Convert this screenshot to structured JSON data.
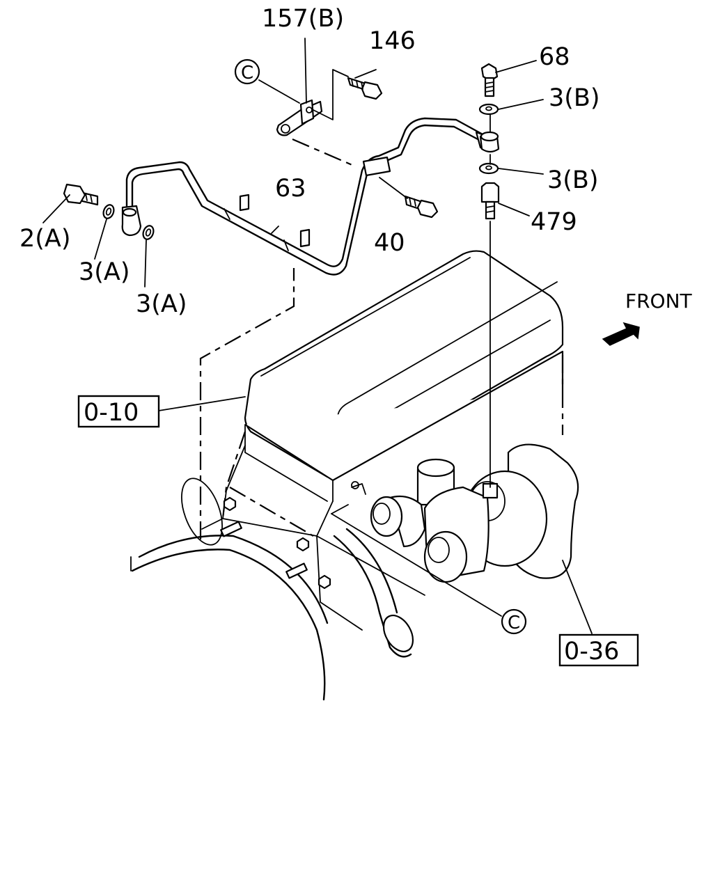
{
  "callouts": {
    "p157b": "157(B)",
    "p146": "146",
    "p68": "68",
    "p3b_top": "3(B)",
    "p3b_bottom": "3(B)",
    "p479": "479",
    "p63": "63",
    "p40": "40",
    "p2a": "2(A)",
    "p3a_left": "3(A)",
    "p3a_right": "3(A)"
  },
  "references": {
    "ref_0_10": "0-10",
    "ref_0_36": "0-36"
  },
  "connectors": {
    "c_top": "C",
    "c_bottom": "C"
  },
  "orientation": {
    "front_label": "FRONT",
    "arrow_icon": "front-arrow-icon"
  }
}
